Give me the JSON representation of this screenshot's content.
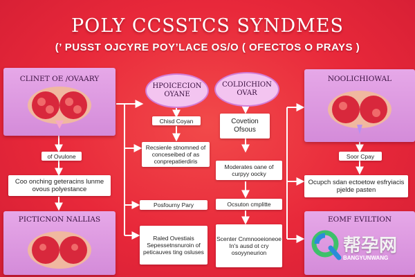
{
  "title": "POLY  CCSSTCS SYNDMES",
  "subtitle": "(’ PUSST OJCYRE POY’LACE OS/O ( OFECTOS O PRAYS )",
  "panels": {
    "top_left": "CLINET OE /OVAARY",
    "bottom_left": "PICTICNON NALLIAS",
    "top_right": "NOOLICHIOWAL",
    "bottom_right": "EOMF EVILTION"
  },
  "ovals": {
    "left": "HPOICECION OYANE",
    "right": "COLDICHION OVAR"
  },
  "boxes": {
    "ovulone": "of Ovulone",
    "left_summary": "Coo onching geteracins lunme ovous polyestance",
    "chisd_coyan": "Chisd Coyan",
    "recsienle": "Recsienle stnomned of conceseibed of as conprepatierdiris",
    "posfourny": "Posfourny Pary",
    "raled": "Raled Ovestiais Sepessetnsnuroin of peticauves ting osluses",
    "covetion": "Covetion Ofsous",
    "moderates": "Moderates oane of curpyy oocky",
    "ocsuton": "Ocsuton cmplitte",
    "scenter": "Scenter Cnmnooeioneoe In's ausd ot cry osoyyneurion",
    "soor_cpay": "Soor Cpay",
    "ocupch": "Ocupch sdan ectoetow esfryiacis pjelde pasten"
  },
  "colors": {
    "background": "#e8283a",
    "panel": "#d48bd9",
    "oval_fill": "#f3c4f0",
    "ovary": "#d8283c"
  },
  "watermark": {
    "text": "帮孕网",
    "sub": "BANGYUNWANG"
  }
}
